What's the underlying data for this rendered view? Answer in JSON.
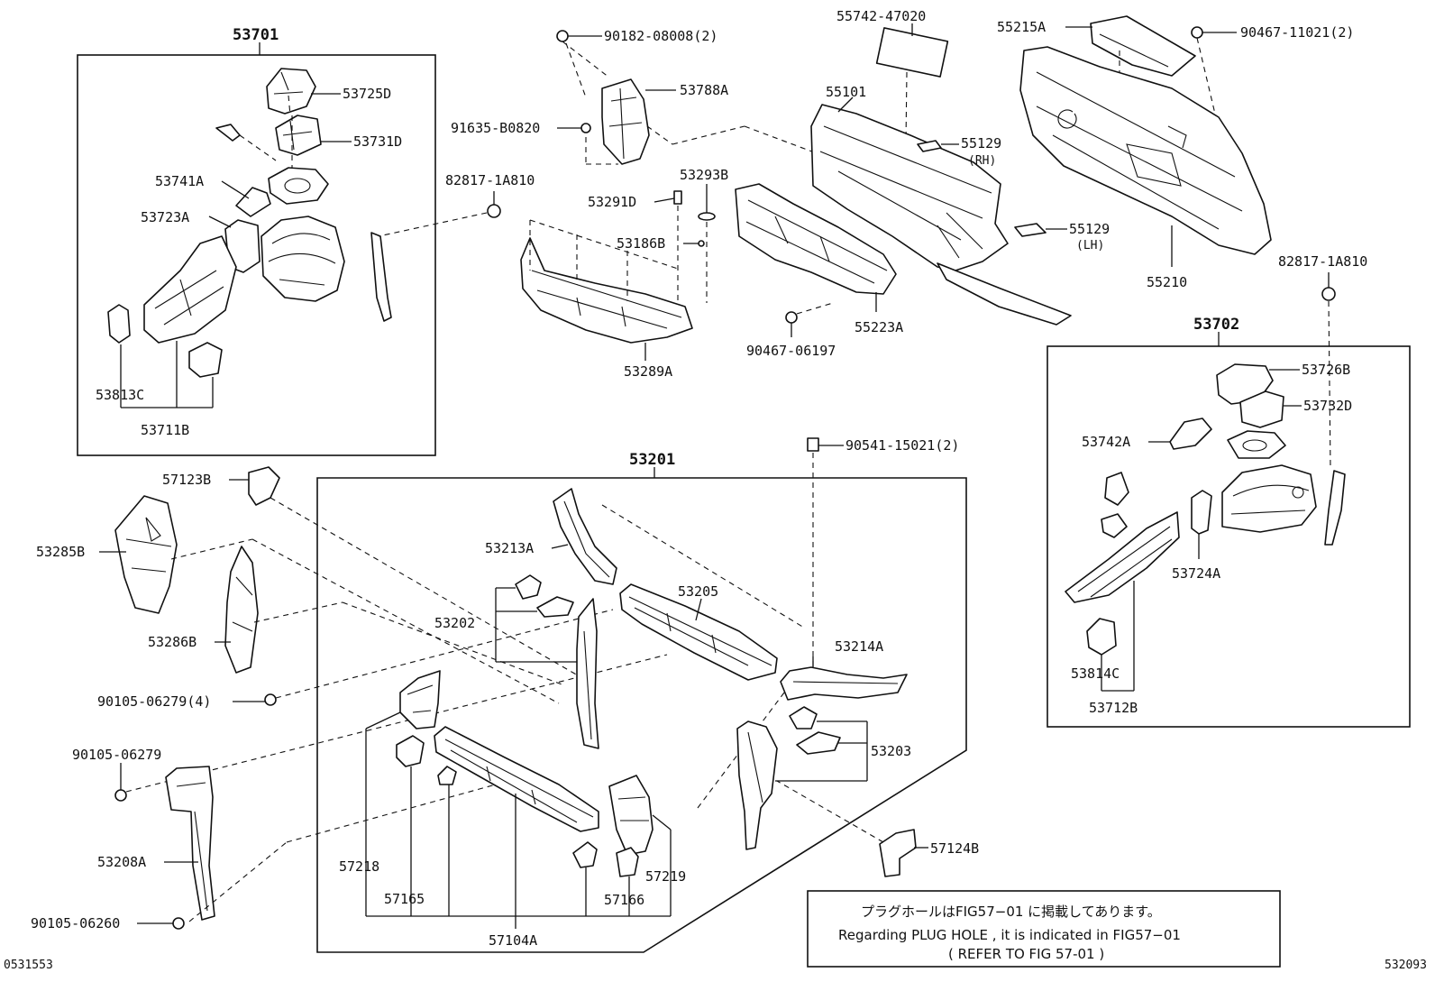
{
  "diagram": {
    "image_code_left": "0531553",
    "image_code_right": "532093",
    "groups": {
      "g53701": "53701",
      "g53702": "53702",
      "g53201": "53201"
    },
    "labels": {
      "p53725D": "53725D",
      "p53731D": "53731D",
      "p53741A": "53741A",
      "p53723A": "53723A",
      "p53813C": "53813C",
      "p53711B": "53711B",
      "p90182": "90182-08008(2)",
      "p53788A": "53788A",
      "p91635": "91635-B0820",
      "p82817a": "82817-1A810",
      "p53293B": "53293B",
      "p53291D": "53291D",
      "p53186B": "53186B",
      "p53289A": "53289A",
      "p55742": "55742-47020",
      "p55101": "55101",
      "p55129rh": "55129",
      "rh": "(RH)",
      "p55129lh": "55129",
      "lh": "(LH)",
      "p55223A": "55223A",
      "p90467a": "90467-06197",
      "p55215A": "55215A",
      "p90467b": "90467-11021(2)",
      "p55210": "55210",
      "p82817b": "82817-1A810",
      "p53726B": "53726B",
      "p53732D": "53732D",
      "p53742A": "53742A",
      "p53724A": "53724A",
      "p53814C": "53814C",
      "p53712B": "53712B",
      "p90541": "90541-15021(2)",
      "p57123B": "57123B",
      "p53285B": "53285B",
      "p53286B": "53286B",
      "p53213A": "53213A",
      "p53205": "53205",
      "p53202": "53202",
      "p53214A": "53214A",
      "p53203": "53203",
      "p90105a": "90105-06279(4)",
      "p90105b": "90105-06279",
      "p53208A": "53208A",
      "p90105c": "90105-06260",
      "p57218": "57218",
      "p57165": "57165",
      "p57104A": "57104A",
      "p57166": "57166",
      "p57219": "57219",
      "p57124B": "57124B"
    },
    "note": {
      "line1": "プラグホールはFIG57−01 に掲載してあります。",
      "line2": "Regarding PLUG HOLE , it is indicated in FIG57−01",
      "line3": "( REFER TO FIG 57-01 )"
    }
  }
}
